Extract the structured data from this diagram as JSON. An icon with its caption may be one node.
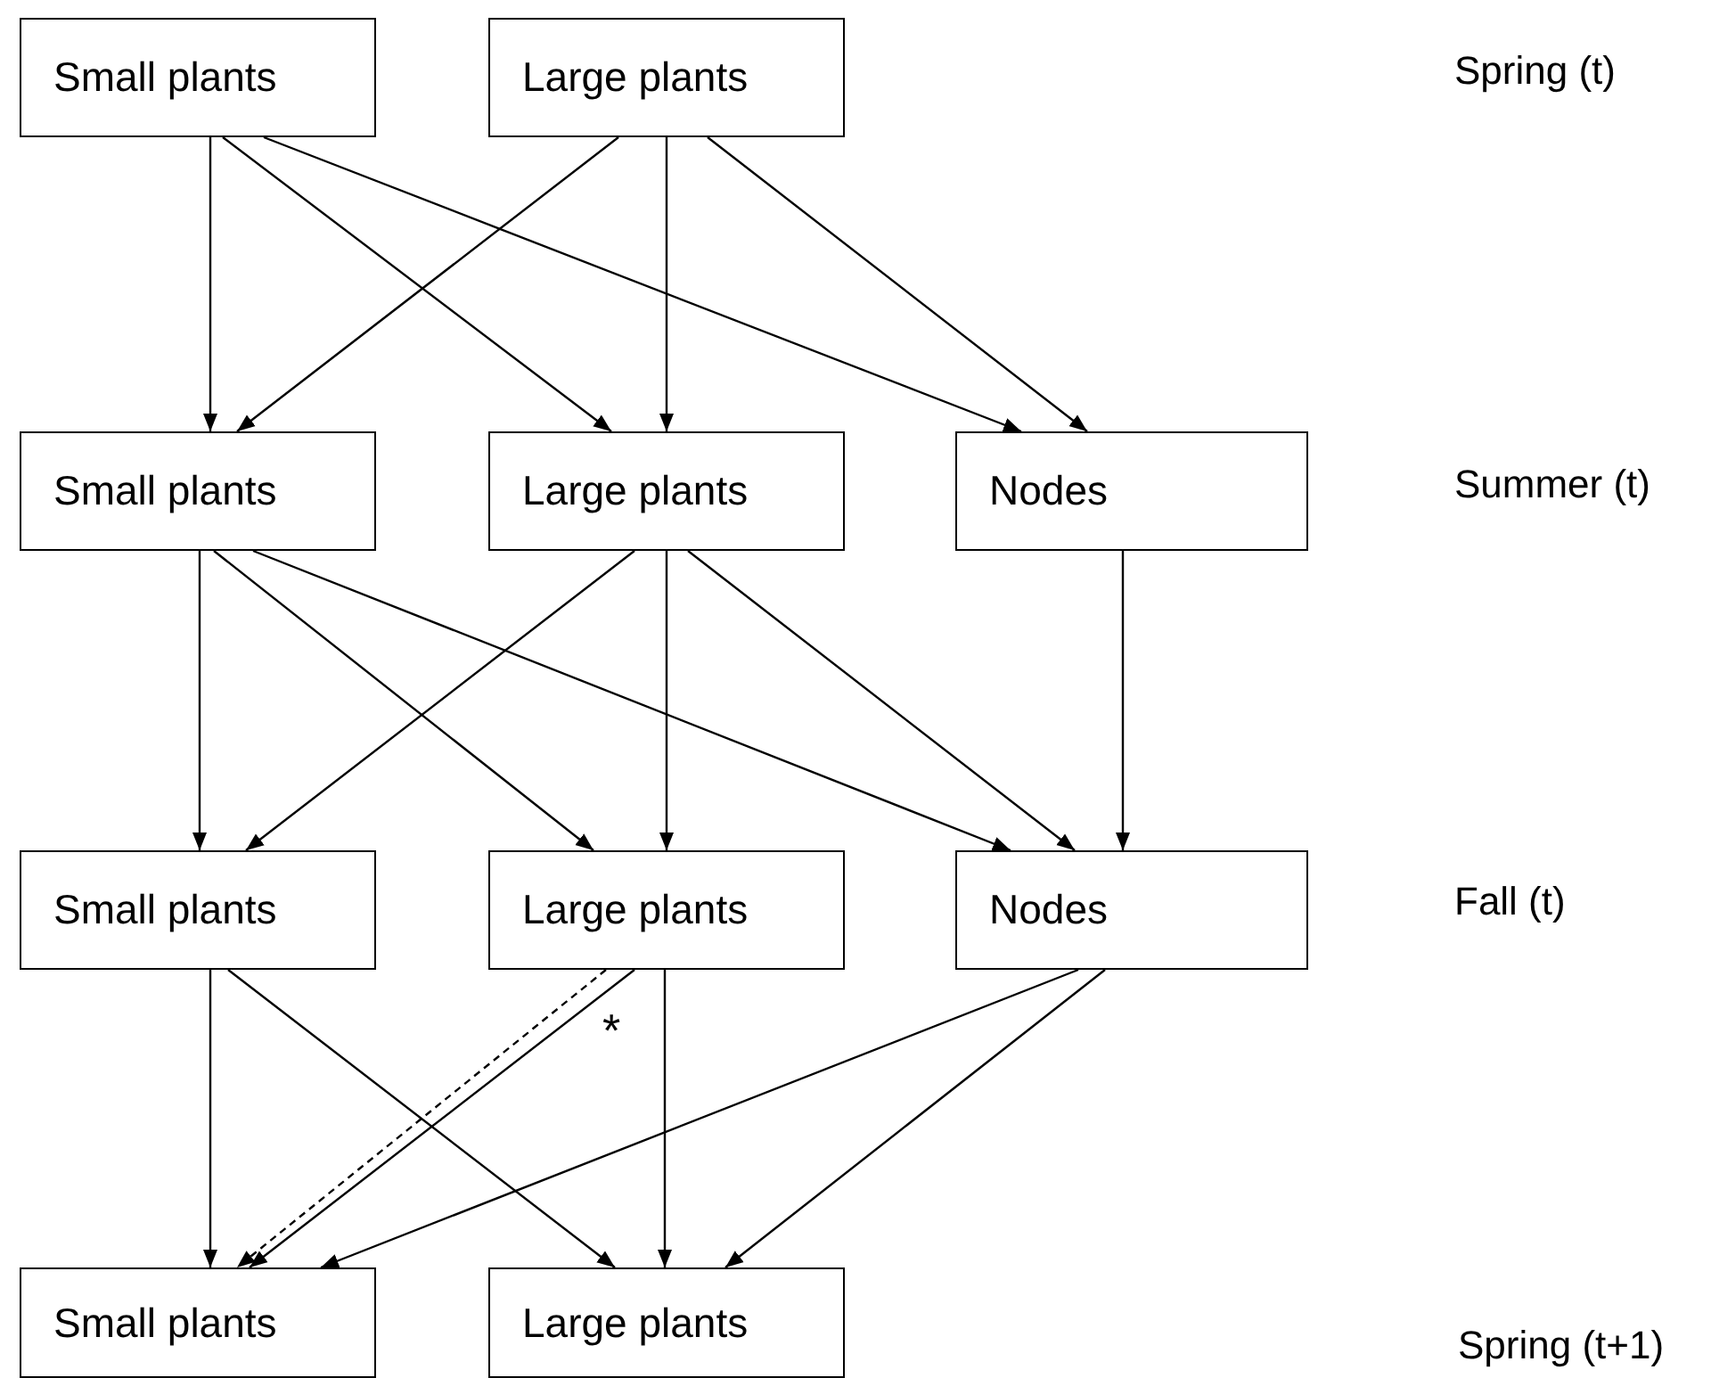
{
  "diagram": {
    "nodes": [
      {
        "text": [
          "Small plants"
        ]
      },
      {
        "text": [
          "Large plants"
        ]
      },
      {
        "text": [
          "Small plants"
        ]
      },
      {
        "text": [
          "Large plants"
        ]
      },
      {
        "text": [
          "Nodes"
        ]
      },
      {
        "text": [
          "Small plants"
        ]
      },
      {
        "text": [
          "Large plants"
        ]
      },
      {
        "text": [
          "Nodes"
        ]
      },
      {
        "text": [
          "Small plants"
        ]
      },
      {
        "text": [
          "Large plants"
        ]
      }
    ],
    "edges": [
      {
        "from": 0,
        "to": 2,
        "arrow": "to"
      },
      {
        "from": 0,
        "to": 3,
        "arrow": "to"
      },
      {
        "from": 0,
        "to": 4,
        "arrow": "to"
      },
      {
        "from": 1,
        "to": 2,
        "arrow": "to"
      },
      {
        "from": 1,
        "to": 3,
        "arrow": "to"
      },
      {
        "from": 1,
        "to": 4,
        "arrow": "to"
      },
      {
        "from": 2,
        "to": 5,
        "arrow": "to"
      },
      {
        "from": 2,
        "to": 6,
        "arrow": "to"
      },
      {
        "from": 2,
        "to": 7,
        "arrow": "to"
      },
      {
        "from": 3,
        "to": 5,
        "arrow": "to"
      },
      {
        "from": 3,
        "to": 6,
        "arrow": "to"
      },
      {
        "from": 3,
        "to": 7,
        "arrow": "to"
      },
      {
        "from": 4,
        "to": 7,
        "arrow": "to"
      },
      {
        "from": 5,
        "to": 8,
        "arrow": "to"
      },
      {
        "from": 5,
        "to": 9,
        "arrow": "to"
      },
      {
        "from": 6,
        "to": 8,
        "arrow": "to",
        "style": "dashed"
      },
      {
        "from": 6,
        "to": 8,
        "arrow": "to"
      },
      {
        "from": 6,
        "to": 9,
        "arrow": "to"
      },
      {
        "from": 7,
        "to": 8,
        "arrow": "to"
      },
      {
        "from": 7,
        "to": 9,
        "arrow": "to"
      }
    ],
    "labels": [
      "Spring (t)",
      "Summer (t)",
      "Fall (t)",
      "*",
      "Spring (t+1)"
    ]
  }
}
